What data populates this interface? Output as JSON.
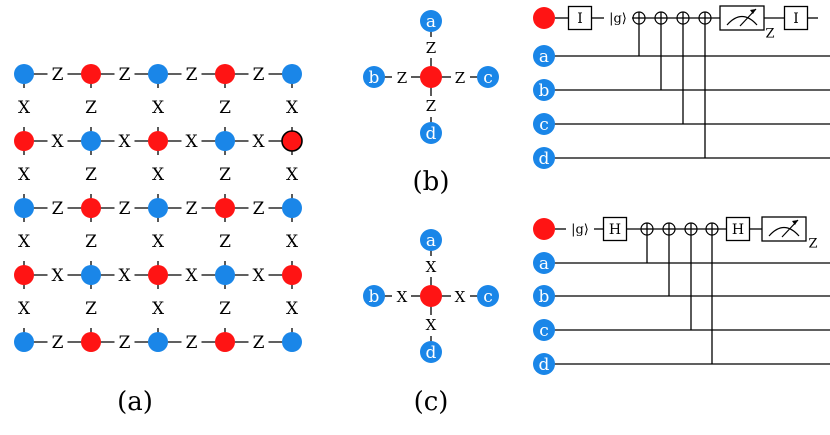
{
  "colors": {
    "blue": "#1a86e8",
    "red": "#ff1414",
    "line": "#000000",
    "text": "#000000",
    "letter": "#ffffff"
  },
  "panel_a": {
    "caption": "(a)",
    "rows": [
      [
        "blue",
        "red",
        "blue",
        "red",
        "blue"
      ],
      [
        "red",
        "blue",
        "red",
        "blue",
        "red"
      ],
      [
        "blue",
        "red",
        "blue",
        "red",
        "blue"
      ],
      [
        "red",
        "blue",
        "red",
        "blue",
        "red"
      ],
      [
        "blue",
        "red",
        "blue",
        "red",
        "blue"
      ]
    ],
    "outlined_node": [
      1,
      4
    ],
    "horizontal_edge_labels": [
      [
        "Z",
        "Z",
        "Z",
        "Z"
      ],
      [
        "X",
        "X",
        "X",
        "X"
      ],
      [
        "Z",
        "Z",
        "Z",
        "Z"
      ],
      [
        "X",
        "X",
        "X",
        "X"
      ],
      [
        "Z",
        "Z",
        "Z",
        "Z"
      ]
    ],
    "vertical_edge_labels": [
      [
        "X",
        "Z",
        "X",
        "Z",
        "X"
      ],
      [
        "X",
        "Z",
        "X",
        "Z",
        "X"
      ],
      [
        "X",
        "Z",
        "X",
        "Z",
        "X"
      ],
      [
        "X",
        "Z",
        "X",
        "Z",
        "X"
      ]
    ]
  },
  "panel_b": {
    "caption": "(b)",
    "edge_label": "Z",
    "neighbors": {
      "top": "a",
      "left": "b",
      "right": "c",
      "bottom": "d"
    }
  },
  "panel_c": {
    "caption": "(c)",
    "edge_label": "X",
    "neighbors": {
      "top": "a",
      "left": "b",
      "right": "c",
      "bottom": "d"
    }
  },
  "circuit_z": {
    "wires": [
      "a",
      "b",
      "c",
      "d"
    ],
    "gate_first": "I",
    "ket": "|g⟩",
    "gate_last": "I",
    "meter_label": "Z"
  },
  "circuit_x": {
    "wires": [
      "a",
      "b",
      "c",
      "d"
    ],
    "ket": "|g⟩",
    "gate_first": "H",
    "gate_second": "H",
    "meter_label": "Z"
  }
}
